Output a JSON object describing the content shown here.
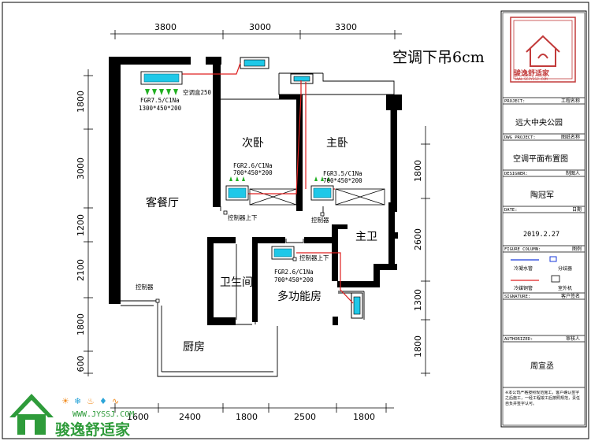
{
  "header": {
    "note": "空调下吊6cm"
  },
  "dimensions": {
    "top": [
      "3800",
      "3000",
      "3300"
    ],
    "left": [
      "1800",
      "3000",
      "1200",
      "2100",
      "1800",
      "600"
    ],
    "right": [
      "1800",
      "2600",
      "1300",
      "1800"
    ],
    "bottom": [
      "1600",
      "2400",
      "1800",
      "2500",
      "1800"
    ]
  },
  "rooms": {
    "living": "客餐厅",
    "second_bedroom": "次卧",
    "master_bedroom": "主卧",
    "master_bath": "主卫",
    "bathroom": "卫生间",
    "multi_room": "多功能房",
    "kitchen": "厨房"
  },
  "units": {
    "living_model": "FGR7.5/C1Na",
    "living_size": "1300*450*200",
    "living_box": "空调盒250",
    "second_model": "FGR2.6/C1Na",
    "second_size": "700*450*200",
    "master_model": "FGR3.5/C1Na",
    "master_size": "700*450*200",
    "multi_model": "FGR2.6/C1Na",
    "multi_size": "700*450*200"
  },
  "controllers": {
    "second": "控制器上下",
    "master": "控制器",
    "multi": "控制器上下",
    "living": "控制器"
  },
  "title_block": {
    "project_label": "PROJECT:",
    "project_cn": "工程名称",
    "project_value": "远大中央公园",
    "dwg_label": "DWG PROJECT:",
    "dwg_cn": "图纸名称",
    "dwg_value": "空调平面布置图",
    "designer_label": "DESIGNER:",
    "designer_cn": "制图人",
    "designer_value": "陶冠军",
    "date_label": "DATE:",
    "date_cn": "日期",
    "date_value": "2019.2.27",
    "figure_label": "FIGURE COLUMN:",
    "figure_cn": "图例",
    "signature_label": "SIGNATURE:",
    "signature_cn": "客户签名",
    "authorized_label": "AUTHORIZED:",
    "authorized_cn": "审核人",
    "authorized_value": "周宣丞",
    "footnote": "※本公司严格按照规范施工，客户确认签字之后施工，一经工程竣工后按照规范，责任自负并签字认可。",
    "legend": [
      {
        "label": "冷凝水管",
        "color": "#1a3adb"
      },
      {
        "label": "冷媒铜管",
        "color": "#e02020"
      },
      {
        "label": "分歧器",
        "color": "#1a3adb"
      },
      {
        "label": "室外机",
        "color": "#000000"
      }
    ]
  },
  "logo": {
    "cn": "骏逸舒适家",
    "url": "WWW.JYSSJ.COM",
    "cn_small": "骏逸舒适家",
    "url_small": "WWW.SCJYSSJ.COM"
  },
  "colors": {
    "wall": "#000000",
    "pipe_red": "#e02020",
    "pipe_blue": "#1a3adb",
    "unit_cyan": "#1ec8e8",
    "airflow_green": "#22b022",
    "logo_green": "#2e9b3a",
    "logo_red": "#c23a3a"
  }
}
